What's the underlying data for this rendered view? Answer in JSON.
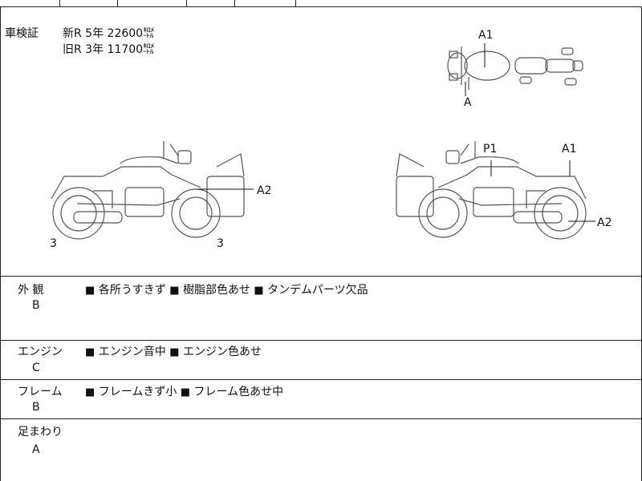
{
  "inspection": {
    "label": "車検証",
    "lines": [
      "新R 5年 22600㌖",
      "旧R 3年 11700㌖"
    ]
  },
  "diagram": {
    "marks": {
      "top_a1": "A1",
      "top_a": "A",
      "left_a2": "A2",
      "left_3a": "3",
      "left_3b": "3",
      "right_p1": "P1",
      "right_a1": "A1",
      "right_a2": "A2"
    }
  },
  "sections": [
    {
      "title": "外 観",
      "grade": "B",
      "items": [
        "各所うすきず",
        "樹脂部色あせ",
        "タンデムパーツ欠品"
      ]
    },
    {
      "title": "エンジン",
      "grade": "C",
      "items": [
        "エンジン音中",
        "エンジン色あせ"
      ]
    },
    {
      "title": "フレーム",
      "grade": "B",
      "items": [
        "フレームきず小",
        "フレーム色あせ中"
      ]
    },
    {
      "title": "足まわり",
      "grade": "A",
      "items": []
    }
  ],
  "bullet": "■"
}
